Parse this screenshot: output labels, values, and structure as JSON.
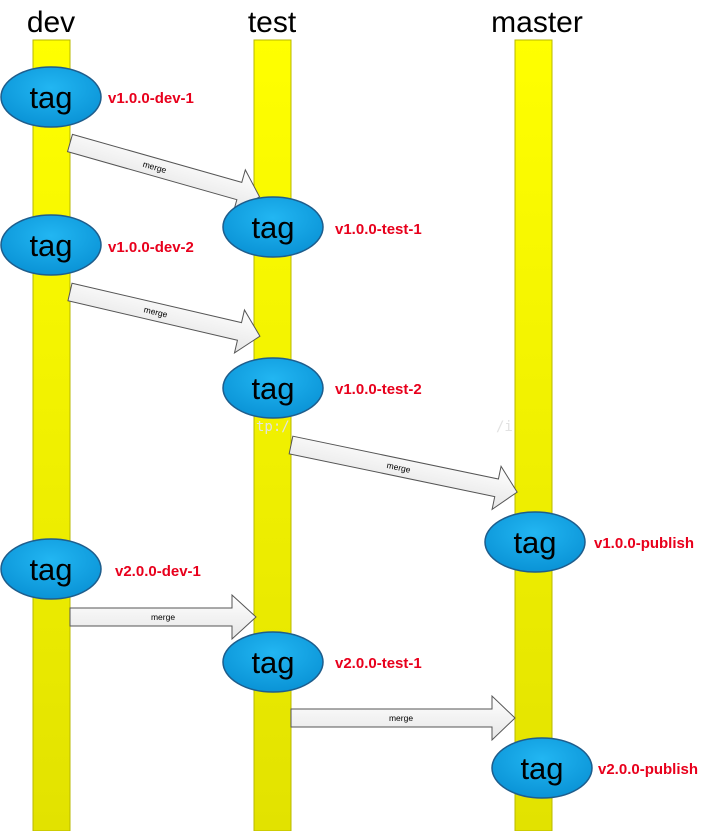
{
  "branches": {
    "dev": "dev",
    "test": "test",
    "master": "master"
  },
  "tags": [
    {
      "text": "tag",
      "version": "v1.0.0-dev-1",
      "branch": "dev"
    },
    {
      "text": "tag",
      "version": "v1.0.0-test-1",
      "branch": "test"
    },
    {
      "text": "tag",
      "version": "v1.0.0-dev-2",
      "branch": "dev"
    },
    {
      "text": "tag",
      "version": "v1.0.0-test-2",
      "branch": "test"
    },
    {
      "text": "tag",
      "version": "v1.0.0-publish",
      "branch": "master"
    },
    {
      "text": "tag",
      "version": "v2.0.0-dev-1",
      "branch": "dev"
    },
    {
      "text": "tag",
      "version": "v2.0.0-test-1",
      "branch": "test"
    },
    {
      "text": "tag",
      "version": "v2.0.0-publish",
      "branch": "master"
    }
  ],
  "merges": [
    {
      "label": "merge",
      "from": "dev",
      "to": "test"
    },
    {
      "label": "merge",
      "from": "dev",
      "to": "test"
    },
    {
      "label": "merge",
      "from": "test",
      "to": "master"
    },
    {
      "label": "merge",
      "from": "dev",
      "to": "test"
    },
    {
      "label": "merge",
      "from": "test",
      "to": "master"
    }
  ],
  "watermark": {
    "left": "tp:/",
    "right": "/i"
  },
  "colors": {
    "lane_top": "#ffff00",
    "lane_bottom": "#e4e400",
    "tag_fill": "#0aa3e6",
    "tag_stroke": "#1e5d8c",
    "version_text": "#e8001c",
    "arrow_fill": "#f2f2f2",
    "arrow_stroke": "#555555"
  }
}
